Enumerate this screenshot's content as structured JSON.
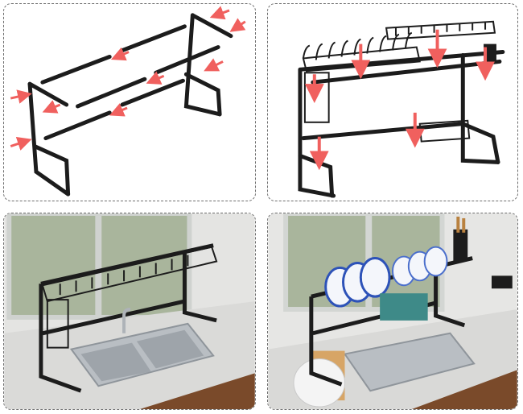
{
  "colors": {
    "frame": "#1c1c1c",
    "arrow": "#f0605e",
    "panel_border": "#6e6e6e",
    "steel": "#b9bec3",
    "wood": "#7a4a2a",
    "countertop": "#d9d9d7",
    "window": "#a9b59c"
  },
  "panels": [
    {
      "name": "assembly-step-1",
      "content": "rack-parts-exploded"
    },
    {
      "name": "assembly-step-2",
      "content": "rack-accessories-attach"
    },
    {
      "name": "photo-empty-rack",
      "content": "rack-over-sink"
    },
    {
      "name": "photo-loaded-rack",
      "content": "rack-with-dishes"
    }
  ]
}
